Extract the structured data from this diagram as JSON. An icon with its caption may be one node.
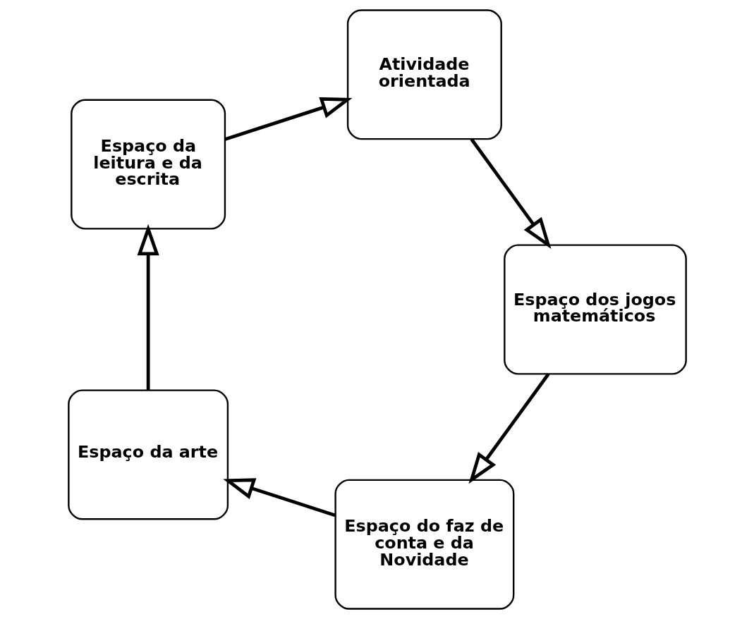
{
  "diagram": {
    "nodes": [
      {
        "text": [
          "Espaço do faz de conta e da Novidade"
        ]
      },
      {
        "text": [
          "Espaço da arte"
        ]
      },
      {
        "text": [
          "Espaço da leitura e da escrita"
        ]
      },
      {
        "text": [
          "Atividade orientada"
        ]
      },
      {
        "text": [
          "Espaço dos jogos matemáticos"
        ]
      }
    ],
    "edges": [
      {
        "from": 0,
        "to": 1,
        "arrow": "to"
      },
      {
        "from": 1,
        "to": 2,
        "arrow": "to"
      },
      {
        "from": 2,
        "to": 3,
        "arrow": "to"
      },
      {
        "from": 3,
        "to": 4,
        "arrow": "to"
      },
      {
        "from": 4,
        "to": 0,
        "arrow": "to"
      }
    ]
  }
}
